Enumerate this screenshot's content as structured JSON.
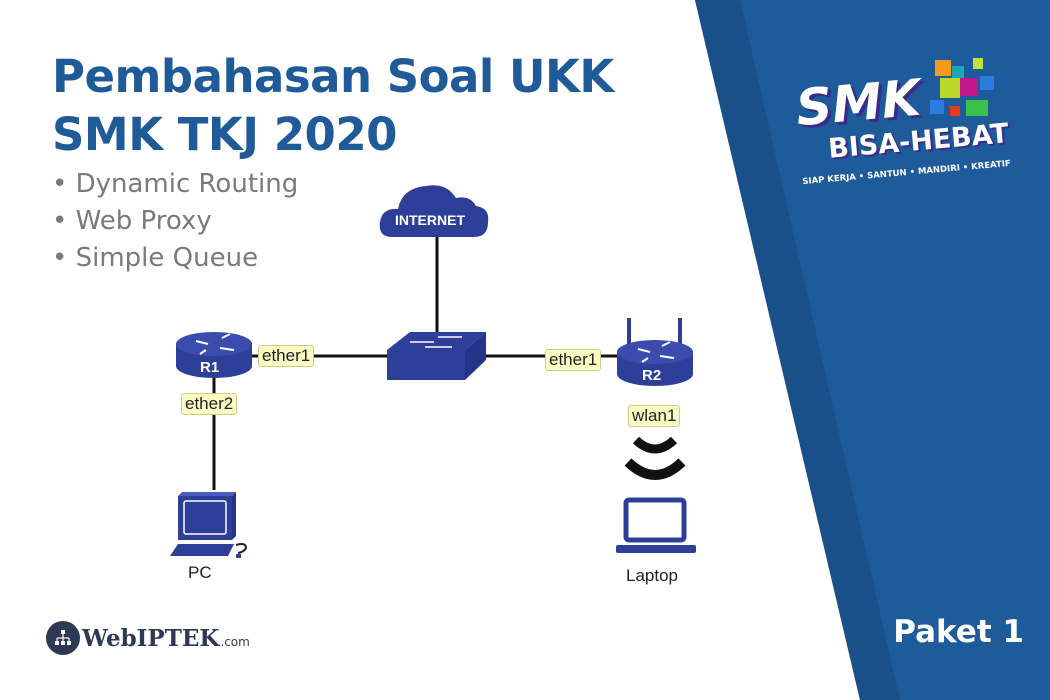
{
  "title": {
    "line1": "Pembahasan Soal UKK",
    "line2": "SMK TKJ 2020"
  },
  "topics": [
    "Dynamic Routing",
    "Web Proxy",
    "Simple Queue"
  ],
  "diagram": {
    "cloud_label": "INTERNET",
    "r1": {
      "label": "R1",
      "iface_switch": "ether1",
      "iface_pc": "ether2"
    },
    "r2": {
      "label": "R2",
      "iface_switch": "ether1",
      "iface_wireless": "wlan1"
    },
    "pc_label": "PC",
    "laptop_label": "Laptop"
  },
  "smk_logo": {
    "line1": "SMK",
    "line2": "BISA-HEBAT",
    "tagline": "SIAP KERJA • SANTUN • MANDIRI • KREATIF"
  },
  "badge": "Paket 1",
  "site": {
    "brand": "WebIPTEK",
    "tld": ".com"
  },
  "colors": {
    "title_blue": "#1f5a99",
    "panel_blue": "#1e5b9a",
    "panel_stripe": "#1a5089",
    "device_blue": "#2e3f9a",
    "tag_yellow": "#fbfbc4",
    "bullet_gray": "#7a7a7a"
  }
}
